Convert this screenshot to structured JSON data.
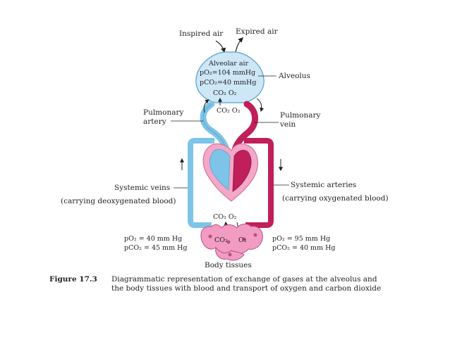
{
  "labels": {
    "inspired_air": "Inspired air",
    "expired_air": "Expired air",
    "alveolar_air": "Alveolar air",
    "alveolar_po2": "pO₂=104 mmHg",
    "alveolar_pco2": "pCO₂=40 mmHg",
    "alveolus_gas": "CO₂  O₂",
    "alveolus": "Alveolus",
    "pulmonary_gas": "CO₂  O₂",
    "pulmonary_artery_1": "Pulmonary",
    "pulmonary_artery_2": "artery",
    "pulmonary_vein_1": "Pulmonary",
    "pulmonary_vein_2": "vein",
    "systemic_veins": "Systemic veins",
    "systemic_veins_note": "(carrying deoxygenated blood)",
    "systemic_arteries": "Systemic arteries",
    "systemic_arteries_note": "(carrying oxygenated blood)",
    "tissue_gas_top": "CO₂  O₂",
    "tissue_co2": "CO₂",
    "tissue_o2": "O₂",
    "left_po2": "pO₂   = 40 mm Hg",
    "left_pco2": "pCO₂ = 45 mm Hg",
    "right_po2": "pO₂   = 95 mm Hg",
    "right_pco2": "pCO₂ = 40 mm Hg",
    "body_tissues": "Body tissues"
  },
  "caption": {
    "figure": "Figure 17.3",
    "line1": "Diagrammatic representation of exchange of gases at the alveolus and",
    "line2": "the body tissues with blood and transport of oxygen and carbon dioxide"
  },
  "colors": {
    "deoxygenated": "#7ec4e8",
    "oxygenated": "#c01f5a",
    "alveolus_fill": "#cde7f7",
    "tissue_fill": "#f29cc4",
    "heart_outer": "#f4a7c6"
  }
}
